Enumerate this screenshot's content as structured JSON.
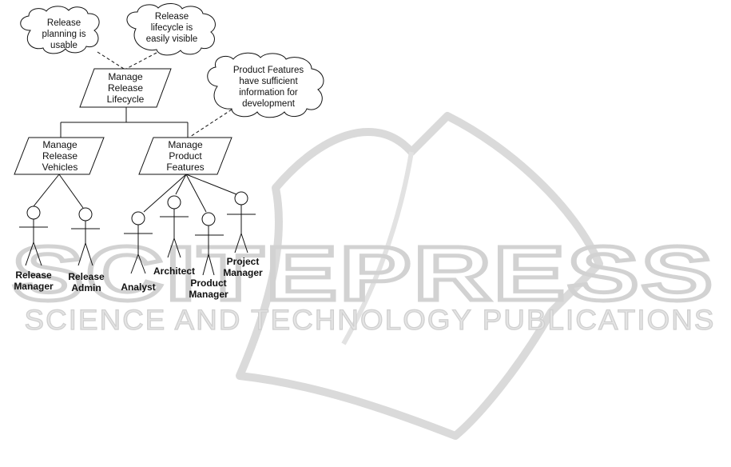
{
  "watermark": {
    "title": "SCITEPRESS",
    "subtitle": "SCIENCE AND TECHNOLOGY PUBLICATIONS"
  },
  "goals": {
    "root": [
      "Manage",
      "Release",
      "Lifecycle"
    ],
    "vehicles": [
      "Manage",
      "Release",
      "Vehicles"
    ],
    "features": [
      "Manage",
      "Product",
      "Features"
    ]
  },
  "softgoals": {
    "usable": [
      "Release",
      "planning is",
      "usable"
    ],
    "visible": [
      "Release",
      "lifecycle is",
      "easily visible"
    ],
    "info": [
      "Product Features",
      "have sufficient",
      "information for",
      "development"
    ]
  },
  "actors": {
    "release_manager": [
      "Release",
      "Manager"
    ],
    "release_admin": [
      "Release",
      "Admin"
    ],
    "analyst": [
      "Analyst"
    ],
    "architect": [
      "Architect"
    ],
    "product_manager": [
      "Product",
      "Manager"
    ],
    "project_manager": [
      "Project",
      "Manager"
    ]
  },
  "colors": {
    "ink": "#111111",
    "watermark": "#d2d2d2"
  }
}
